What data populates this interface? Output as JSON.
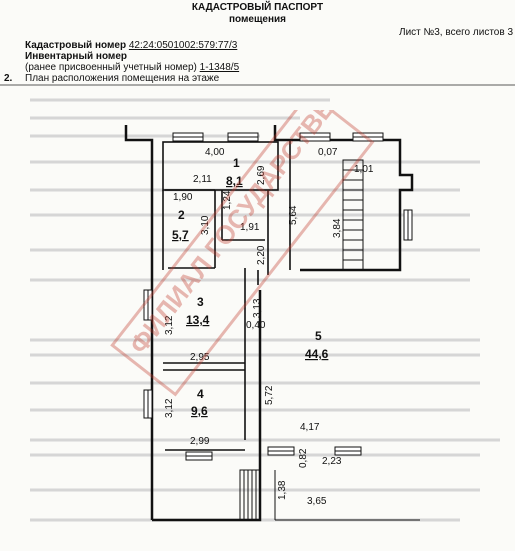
{
  "doc": {
    "title": "КАДАСТРОВЫЙ ПАСПОРТ",
    "subtitle": "помещения",
    "sheet_info": "Лист №3, всего листов 3",
    "cadastral_label": "Кадастровый номер",
    "cadastral_value": "42:24:0501002:579:77/3",
    "inventory_label": "Инвентарный номер",
    "inventory_sub": "(ранее присвоенный учетный номер)",
    "inventory_value": "1-1348/5",
    "section_num": "2.",
    "section_title": "План расположения помещения на этаже"
  },
  "rooms": [
    {
      "num": "1",
      "area": "8,1"
    },
    {
      "num": "2",
      "area": "5,7"
    },
    {
      "num": "3",
      "area": "13,4"
    },
    {
      "num": "4",
      "area": "9,6"
    },
    {
      "num": "5",
      "area": "44,6"
    }
  ],
  "dims": {
    "d400": "4,00",
    "d211": "2,11",
    "d269": "2,69",
    "d190": "1,90",
    "d124": "1,24",
    "d310": "3,10",
    "d191": "1,91",
    "d220": "2,20",
    "d564": "5,64",
    "d007": "0,07",
    "d101": "1,01",
    "d384": "3,84",
    "d313": "3,13",
    "d040": "0,40",
    "d312a": "3,12",
    "d295": "2,95",
    "d572": "5,72",
    "d312b": "3,12",
    "d417": "4,17",
    "d299": "2,99",
    "d082": "0,82",
    "d223": "2,23",
    "d138": "1,38",
    "d365": "3,65"
  },
  "stamp_text": "ФИЛИАЛ ГОСУДАРСТВЕННОЕ ПРЕДПРИЯТИЕ"
}
